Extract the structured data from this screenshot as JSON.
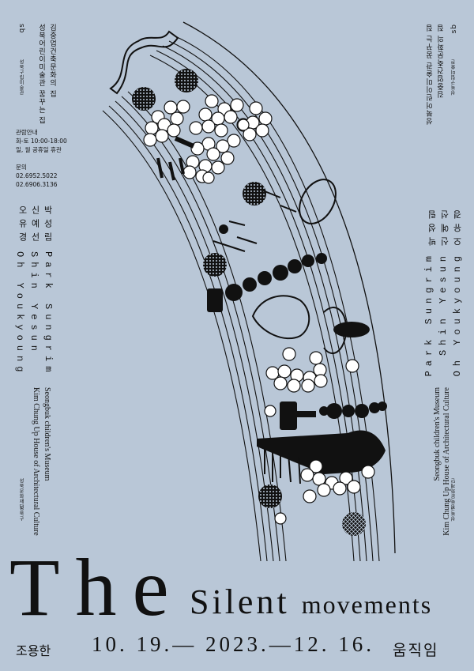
{
  "colors": {
    "background": "#b9c7d7",
    "ink": "#111111",
    "dot_fill": "#ffffff"
  },
  "top_left": {
    "org_ko": "성북어린이미술관 꿈꾸는 집",
    "org2_ko": "김중업건축문화의 집",
    "logo_sb": "sb",
    "logo_text": "성북구립미술관"
  },
  "top_right": {
    "org_ko": "성북어린이미술관 꿈꾸는 집",
    "org2_ko": "김중업건축문화의 집",
    "logo_sb": "sb",
    "logo_text": "성북구립미술관"
  },
  "info": {
    "hours_label": "관람안내",
    "hours": "화-토 10:00-18:00",
    "closed": "일, 월 공휴일 휴관",
    "contact_label": "문의",
    "phone1": "02.6952.5022",
    "phone2": "02.6906.3136"
  },
  "participants": {
    "names_ko": [
      "박성림",
      "신예선",
      "오유경"
    ],
    "names_en": [
      "Park Sungrim",
      "Shin Yesun",
      "Oh Youkyoung"
    ]
  },
  "venue_en": {
    "line1": "Seongbuk children's Museum",
    "line2": "Kim Chung Up House of Architectural Culture"
  },
  "bottom_logos": {
    "logo1": "성북문화재단",
    "logo2": "성북구"
  },
  "title": {
    "the": "The",
    "silent": "Silent",
    "movements": "movements",
    "ko": "움직임"
  },
  "artist": "조용한",
  "dates": "10. 19.— 2023.—12. 16."
}
